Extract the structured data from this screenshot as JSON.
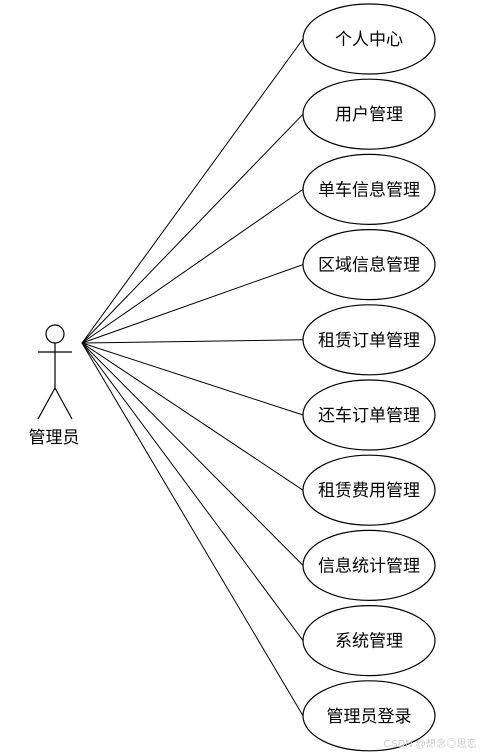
{
  "actor": {
    "label": "管理员"
  },
  "use_cases": [
    "个人中心",
    "用户管理",
    "单车信息管理",
    "区域信息管理",
    "租赁订单管理",
    "还车订单管理",
    "租赁费用管理",
    "信息统计管理",
    "系统管理",
    "管理员登录"
  ],
  "watermark": "CSDN @想念◎思恋",
  "colors": {
    "stroke": "#000000",
    "background": "#ffffff"
  }
}
